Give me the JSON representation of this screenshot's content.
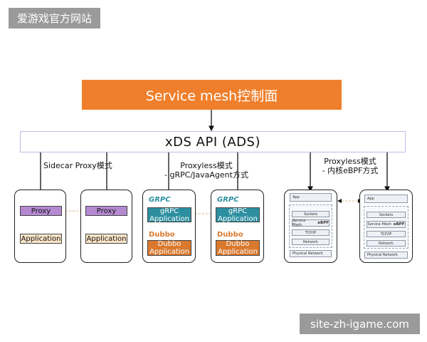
{
  "watermarks": {
    "top_left": "爱游戏官方网站",
    "bottom_right": "site-zh-igame.com"
  },
  "control_plane": {
    "label": "Service mesh控制面",
    "color": "#ef7f2c"
  },
  "xds": {
    "label": "xDS API (ADS)"
  },
  "groups": [
    {
      "label": "Sidecar Proxy模式"
    },
    {
      "label_line1": "Proxyless模式",
      "label_line2": "- gRPC/JavaAgent方式"
    },
    {
      "label_line1": "Proxyless模式",
      "label_line2": "- 内核eBPF方式"
    }
  ],
  "sidecar": {
    "proxy": "Proxy",
    "application": "Application"
  },
  "grpc": {
    "brand": "GRPC",
    "box": "gRPC Application"
  },
  "dubbo": {
    "brand": "Dubbo",
    "box": "Dubbo Application"
  },
  "ebpf": {
    "app": "App",
    "sockets": "Sockets",
    "service_mesh": "Service Mesh",
    "ebpf_mark": "eBPF",
    "tcpip": "TCP/IP",
    "network": "Network",
    "physical": "Physical Network"
  },
  "colors": {
    "proxy": "#b589d1",
    "application": "#fbe5c8",
    "grpc": "#2c8fa0",
    "dubbo": "#d9792e"
  }
}
